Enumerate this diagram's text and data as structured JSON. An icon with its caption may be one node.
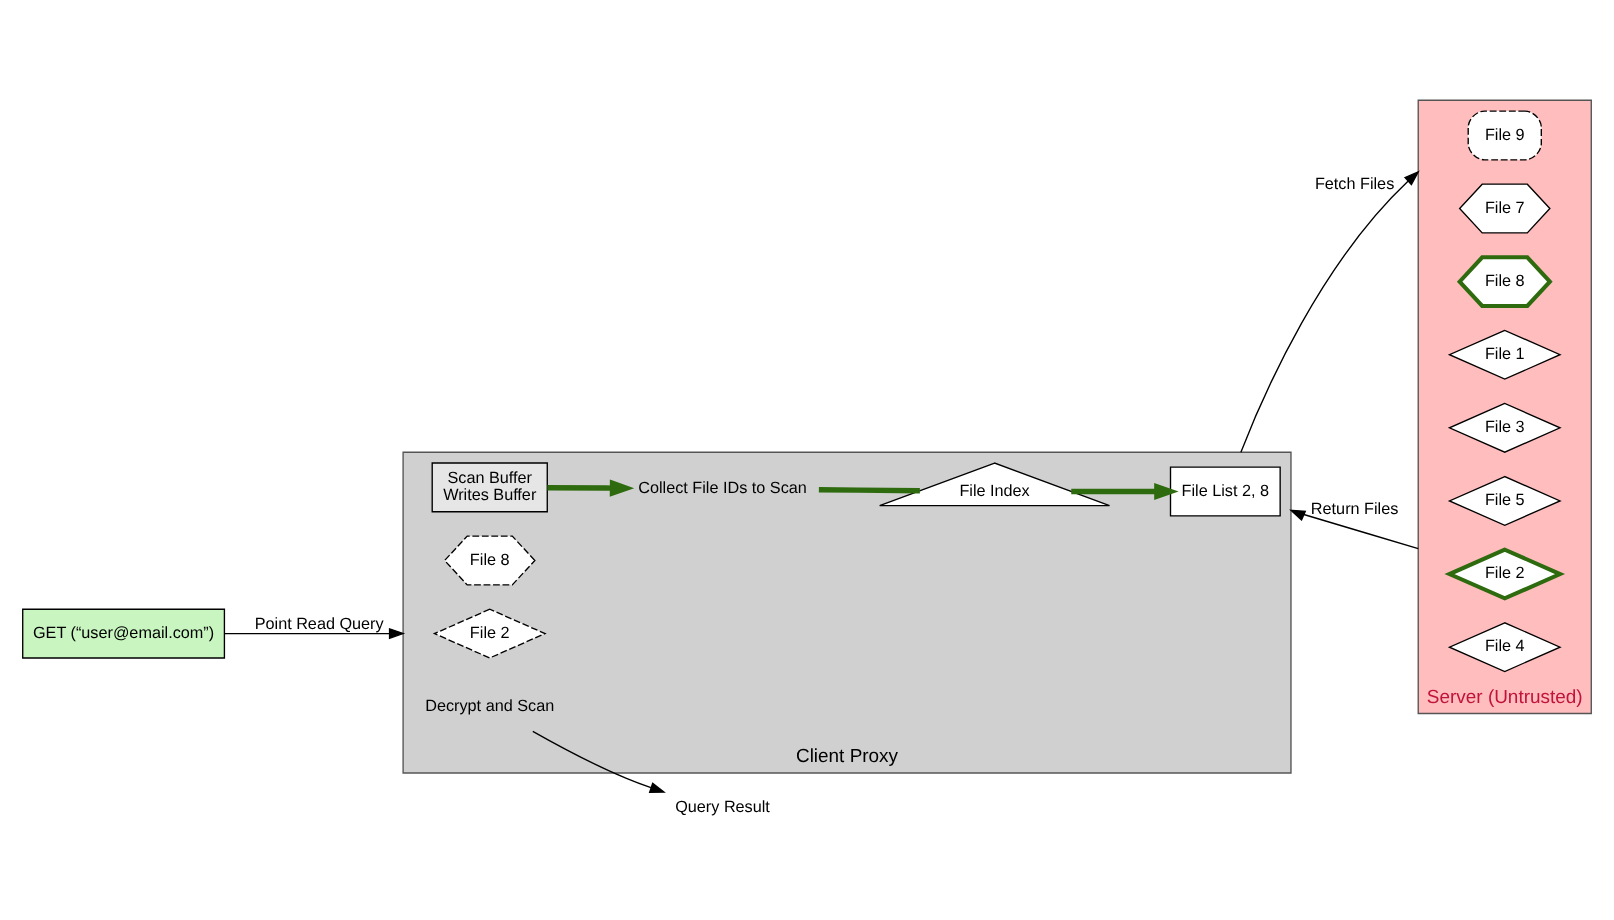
{
  "diagram": {
    "nodes": [
      {
        "text": [
          "Client Proxy"
        ]
      },
      {
        "text": [
          "GET (“user@email.com”)"
        ]
      },
      {
        "text": [
          "Scan Buffer",
          "Writes Buffer"
        ],
        "in": 0
      },
      {
        "text": [
          "File List 2, 8"
        ],
        "in": 0
      },
      {
        "text": [
          "File Index"
        ],
        "in": 0
      },
      {
        "text": [
          "Collect File IDs to Scan"
        ],
        "in": 0
      },
      {
        "text": [
          "File 8"
        ],
        "in": 0
      },
      {
        "text": [
          "File 2"
        ],
        "in": 0
      },
      {
        "text": [
          "Decrypt and Scan"
        ],
        "in": 0
      },
      {
        "text": [
          "Query Result"
        ]
      },
      {
        "text": [
          "Server (Untrusted)"
        ]
      },
      {
        "text": [
          "File 9"
        ],
        "in": 10
      },
      {
        "text": [
          "File 7"
        ],
        "in": 10
      },
      {
        "text": [
          "File 8"
        ],
        "in": 10
      },
      {
        "text": [
          "File 1"
        ],
        "in": 10
      },
      {
        "text": [
          "File 3"
        ],
        "in": 10
      },
      {
        "text": [
          "File 5"
        ],
        "in": 10
      },
      {
        "text": [
          "File 2"
        ],
        "in": 10
      },
      {
        "text": [
          "File 4"
        ],
        "in": 10
      }
    ],
    "edges": [
      {
        "from": 1,
        "to": 0,
        "arrow": "to",
        "label": "Point Read Query"
      },
      {
        "from": 2,
        "to": 5,
        "arrow": "to",
        "style": "thick",
        "color": "#2e6b0e"
      },
      {
        "from": 5,
        "to": 4,
        "arrow": "none",
        "style": "thick",
        "color": "#2e6b0e"
      },
      {
        "from": 4,
        "to": 3,
        "arrow": "to",
        "style": "thick",
        "color": "#2e6b0e"
      },
      {
        "from": 0,
        "to": 10,
        "arrow": "to",
        "label": "Fetch Files"
      },
      {
        "from": 10,
        "to": 0,
        "arrow": "to",
        "label": "Return Files"
      },
      {
        "from": 8,
        "to": 9,
        "arrow": "to"
      }
    ]
  }
}
